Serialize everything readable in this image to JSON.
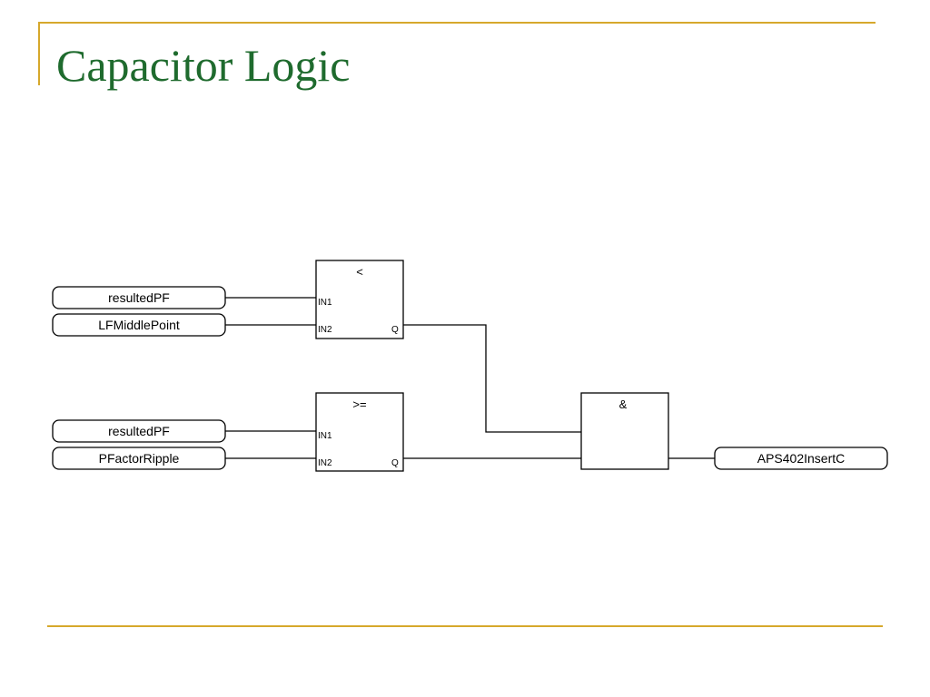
{
  "slide": {
    "title": "Capacitor Logic"
  },
  "diagram": {
    "inputs": [
      {
        "label": "resultedPF"
      },
      {
        "label": "LFMiddlePoint"
      },
      {
        "label": "resultedPF"
      },
      {
        "label": "PFactorRipple"
      }
    ],
    "blocks": [
      {
        "operator": "<",
        "in1": "IN1",
        "in2": "IN2",
        "out": "Q"
      },
      {
        "operator": ">=",
        "in1": "IN1",
        "in2": "IN2",
        "out": "Q"
      },
      {
        "operator": "&"
      }
    ],
    "output": {
      "label": "APS402InsertC"
    }
  },
  "colors": {
    "accent_rule": "#d6a82c",
    "title": "#1f6b2e",
    "line": "#000000"
  }
}
